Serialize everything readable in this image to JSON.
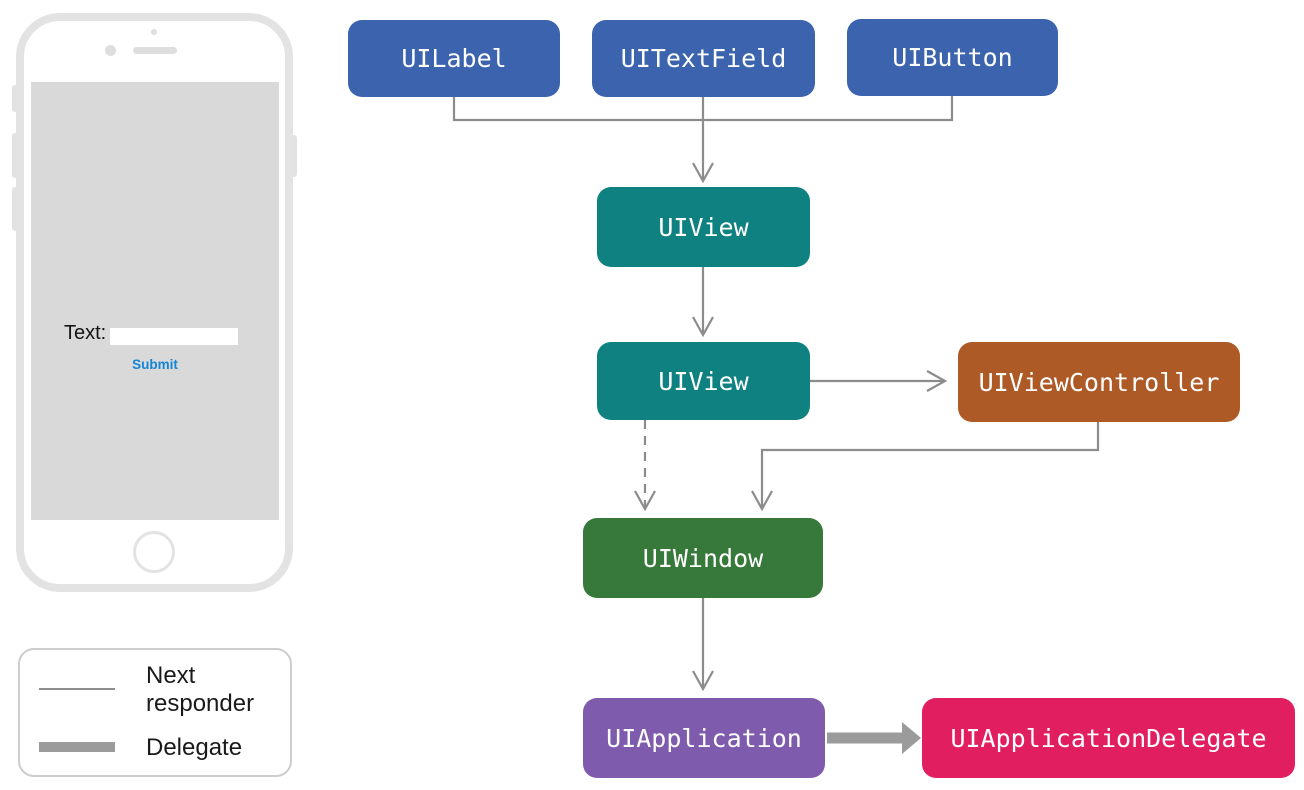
{
  "diagram": {
    "nodes": {
      "uilabel": {
        "label": "UILabel",
        "color": "#3c64ae"
      },
      "uitextfield": {
        "label": "UITextField",
        "color": "#3c64ae"
      },
      "uibutton": {
        "label": "UIButton",
        "color": "#3c64ae"
      },
      "uiview_inner": {
        "label": "UIView",
        "color": "#0f8181"
      },
      "uiview_root": {
        "label": "UIView",
        "color": "#0f8181"
      },
      "uiviewcontroller": {
        "label": "UIViewController",
        "color": "#ad5a26"
      },
      "uiwindow": {
        "label": "UIWindow",
        "color": "#36793a"
      },
      "uiapplication": {
        "label": "UIApplication",
        "color": "#7e5bad"
      },
      "uiapplicationdelegate": {
        "label": "UIApplicationDelegate",
        "color": "#e11e60"
      }
    },
    "edge_color": "#8c8c8c",
    "delegate_edge_color": "#9b9b9b"
  },
  "phone": {
    "text_label": "Text:",
    "field_value": "",
    "submit_label": "Submit",
    "submit_color": "#1585d5"
  },
  "legend": {
    "next_responder_label": "Next responder",
    "delegate_label": "Delegate"
  }
}
